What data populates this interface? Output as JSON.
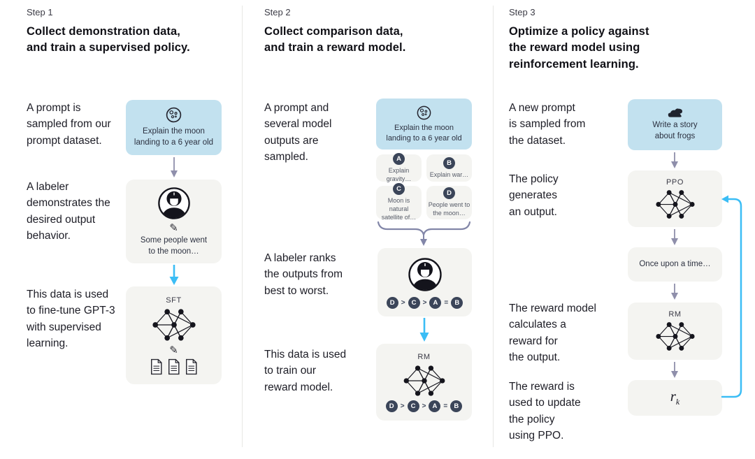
{
  "colors": {
    "prompt_box_bg": "#c2e1ef",
    "gray_box_bg": "#f4f4f1",
    "dark_chip": "#3b4559",
    "arrow_gray": "#8f8fab",
    "arrow_cyan": "#3bbdf5",
    "divider": "#e7e7e4"
  },
  "icons": {
    "pencil_glyph": "✎",
    "names": [
      "moon-icon",
      "labeler-icon",
      "pencil-icon",
      "neural-network-icon",
      "document-icon",
      "frog-icon"
    ]
  },
  "steps": [
    {
      "label": "Step 1",
      "title": "Collect demonstration data,\nand train a supervised policy.",
      "annotations": [
        "A prompt is\nsampled from our\nprompt dataset.",
        "A labeler\ndemonstrates the\ndesired output\nbehavior.",
        "This data is used\nto fine-tune GPT-3\nwith supervised\nlearning."
      ],
      "prompt_box": {
        "text": "Explain the moon\nlanding to a 6 year old"
      },
      "labeler_box": {
        "text": "Some people went\nto the moon…"
      },
      "model_box": {
        "label": "SFT"
      }
    },
    {
      "label": "Step 2",
      "title": "Collect comparison data,\nand train a reward model.",
      "annotations": [
        "A prompt and\nseveral model\noutputs are\nsampled.",
        "A labeler ranks\nthe outputs from\nbest to worst.",
        "This data is used\nto train our\nreward model."
      ],
      "prompt_box": {
        "text": "Explain the moon\nlanding to a 6 year old"
      },
      "outputs": [
        {
          "letter": "A",
          "text": "Explain gravity…"
        },
        {
          "letter": "B",
          "text": "Explain war…"
        },
        {
          "letter": "C",
          "text": "Moon is natural\nsatellite of…"
        },
        {
          "letter": "D",
          "text": "People went to\nthe moon…"
        }
      ],
      "ranking": {
        "items": [
          "D",
          "C",
          "A",
          "B"
        ],
        "ops": [
          ">",
          ">",
          "="
        ]
      },
      "model_box": {
        "label": "RM"
      }
    },
    {
      "label": "Step 3",
      "title": "Optimize a policy against\nthe reward model using\nreinforcement learning.",
      "annotations": [
        "A new prompt\nis sampled from\nthe dataset.",
        "The policy\ngenerates\nan output.",
        "The reward model\ncalculates a\nreward for\nthe output.",
        "The reward is\nused to update\nthe policy\nusing PPO."
      ],
      "prompt_box": {
        "text": "Write a story\nabout frogs"
      },
      "ppo_box": {
        "label": "PPO"
      },
      "output_box": {
        "text": "Once upon a time…"
      },
      "rm_box": {
        "label": "RM"
      },
      "reward_box": {
        "base": "r",
        "sub": "k"
      }
    }
  ]
}
